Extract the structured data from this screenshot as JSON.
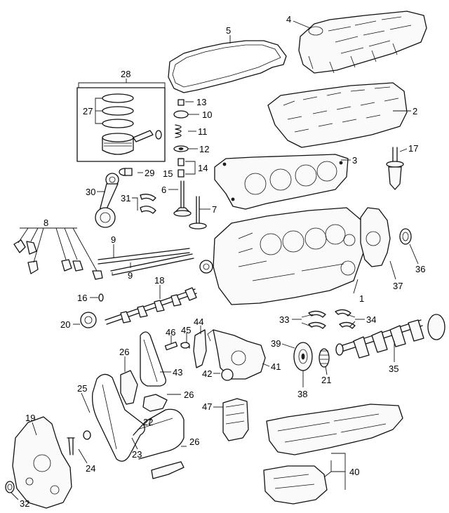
{
  "callouts": [
    "1",
    "2",
    "3",
    "4",
    "5",
    "6",
    "7",
    "8",
    "9",
    "9",
    "10",
    "11",
    "12",
    "13",
    "14",
    "15",
    "16",
    "17",
    "18",
    "19",
    "20",
    "21",
    "22",
    "23",
    "24",
    "25",
    "26",
    "26",
    "26",
    "27",
    "28",
    "29",
    "30",
    "31",
    "32",
    "33",
    "34",
    "35",
    "36",
    "37",
    "38",
    "39",
    "40",
    "41",
    "42",
    "43",
    "44",
    "45",
    "46",
    "47"
  ],
  "colors": {
    "line": "#111111",
    "background": "#ffffff"
  }
}
